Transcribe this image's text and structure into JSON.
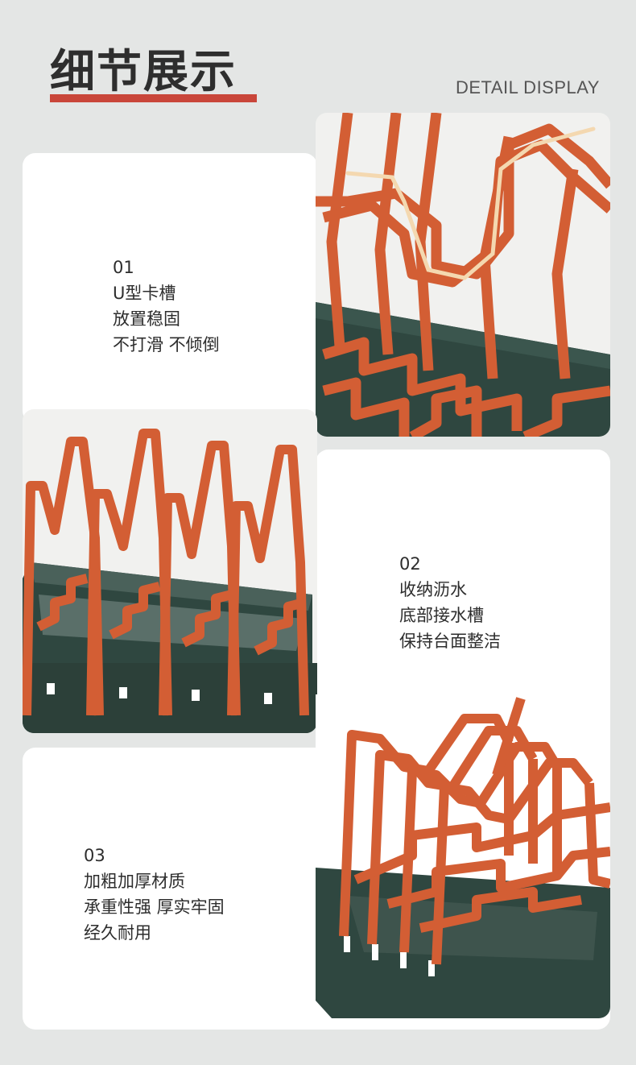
{
  "header": {
    "title": "细节展示",
    "subtitle": "DETAIL DISPLAY"
  },
  "features": [
    {
      "number": "01",
      "lines": [
        "U型卡槽",
        "放置稳固",
        "不打滑 不倾倒"
      ]
    },
    {
      "number": "02",
      "lines": [
        "收纳沥水",
        "底部接水槽",
        "保持台面整洁"
      ]
    },
    {
      "number": "03",
      "lines": [
        "加粗加厚材质",
        "承重性强 厚实牢固",
        "经久耐用"
      ]
    }
  ],
  "colors": {
    "background": "#e4e6e5",
    "accent": "#c9463a",
    "rack_wire": "#d35e34",
    "tray": "#2f4740"
  }
}
